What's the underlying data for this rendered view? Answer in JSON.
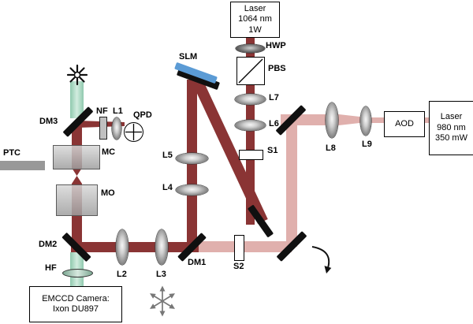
{
  "boxes": {
    "laser1064": {
      "line1": "Laser",
      "line2": "1064 nm",
      "line3": "1W"
    },
    "laser980": {
      "line1": "Laser",
      "line2": "980 nm",
      "line3": "350 mW"
    },
    "aod": {
      "label": "AOD"
    },
    "emccd": {
      "line1": "EMCCD Camera:",
      "line2": "Ixon DU897"
    }
  },
  "labels": {
    "slm": "SLM",
    "hwp": "HWP",
    "pbs": "PBS",
    "l1": "L1",
    "l2": "L2",
    "l3": "L3",
    "l4": "L4",
    "l5": "L5",
    "l6": "L6",
    "l7": "L7",
    "l8": "L8",
    "l9": "L9",
    "nf": "NF",
    "qpd": "QPD",
    "dm1": "DM1",
    "dm2": "DM2",
    "dm3": "DM3",
    "mc": "MC",
    "mo": "MO",
    "ptc": "PTC",
    "hf": "HF",
    "s1": "S1",
    "s2": "S2"
  },
  "colors": {
    "beam_1064": "#8a3434",
    "beam_980": "#e0b0ad",
    "beam_illum": "#a9d8c3",
    "slm_blue": "#5b9bd5",
    "mirror_black": "#101010"
  }
}
